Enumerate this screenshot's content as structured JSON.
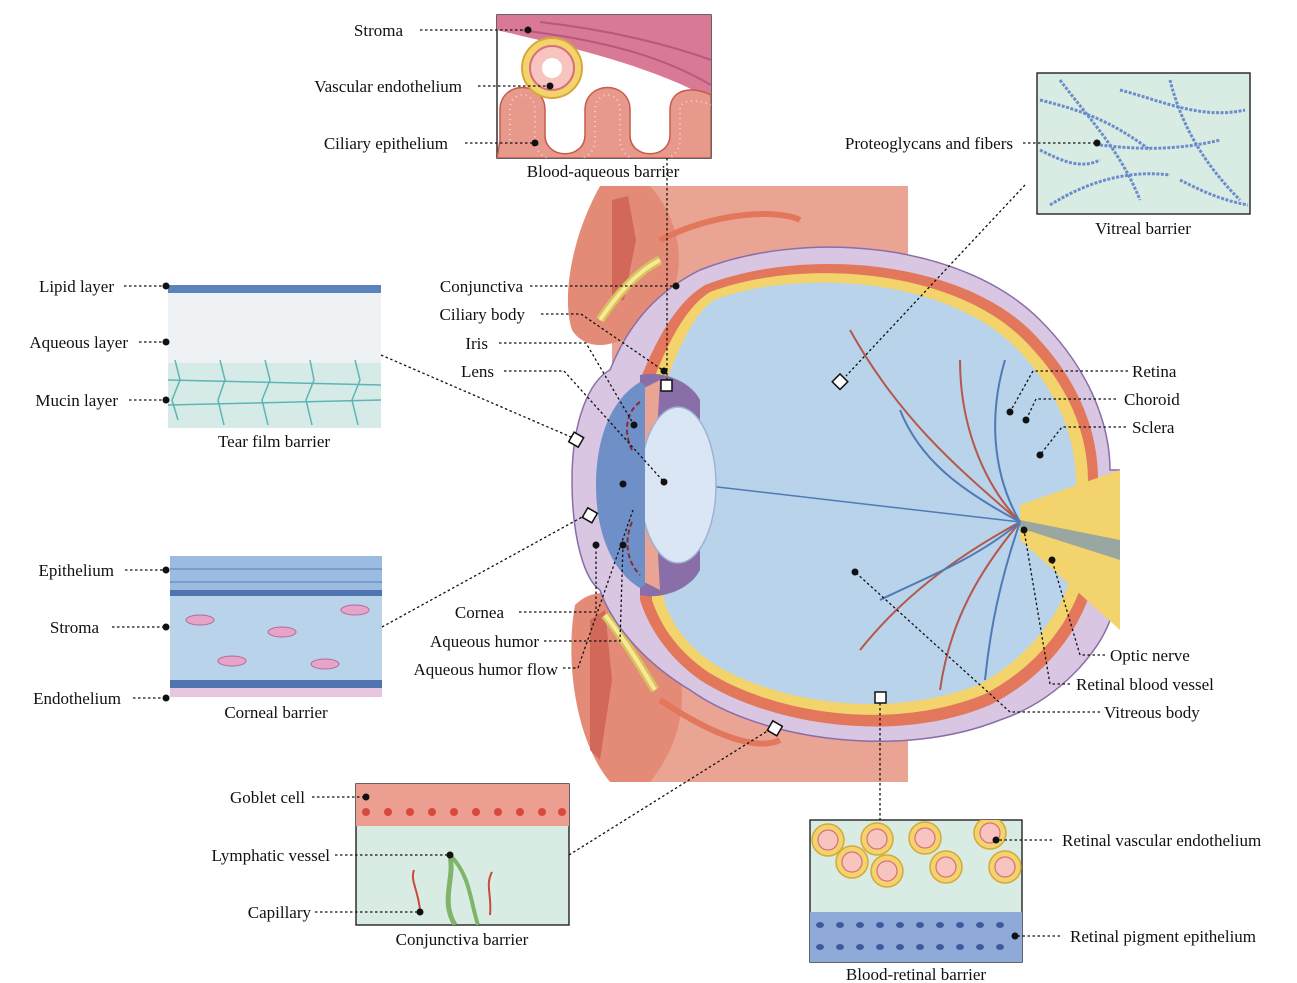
{
  "colors": {
    "face_tissue": "#e9a494",
    "sclera": "#d8c6e2",
    "choroid": "#e3775c",
    "retina": "#f3d36b",
    "vitreous": "#b8d3ea",
    "lens": "#dbe6f4",
    "iris": "#8a6ea8",
    "cornea_chamber": "#6e8fc8",
    "optic_nerve": "#f3d36b",
    "vessel_red": "#b4584c",
    "vessel_blue": "#4f7ab5",
    "conjunctiva_panel": "#d9ece3",
    "tear_panel": "#e4ebf0",
    "vitreal_panel": "#d9ece3"
  },
  "panels": {
    "blood_aqueous": {
      "title": "Blood-aqueous barrier",
      "labels": [
        "Stroma",
        "Vascular endothelium",
        "Ciliary epithelium"
      ]
    },
    "vitreal": {
      "title": "Vitreal barrier",
      "labels": [
        "Proteoglycans and fibers"
      ]
    },
    "tear_film": {
      "title": "Tear film barrier",
      "labels": [
        "Lipid layer",
        "Aqueous layer",
        "Mucin layer"
      ]
    },
    "corneal": {
      "title": "Corneal barrier",
      "labels": [
        "Epithelium",
        "Stroma",
        "Endothelium"
      ]
    },
    "conjunctiva": {
      "title": "Conjunctiva barrier",
      "labels": [
        "Goblet cell",
        "Lymphatic vessel",
        "Capillary"
      ]
    },
    "blood_retinal": {
      "title": "Blood-retinal barrier",
      "labels": [
        "Retinal vascular endothelium",
        "Retinal pigment epithelium"
      ]
    }
  },
  "eye_labels": {
    "conjunctiva": "Conjunctiva",
    "ciliary_body": "Ciliary body",
    "iris": "Iris",
    "lens": "Lens",
    "cornea": "Cornea",
    "aqueous_humor": "Aqueous humor",
    "aqueous_humor_flow": "Aqueous humor flow",
    "retina": "Retina",
    "choroid": "Choroid",
    "sclera": "Sclera",
    "optic_nerve": "Optic nerve",
    "retinal_blood_vessel": "Retinal blood vessel",
    "vitreous_body": "Vitreous body"
  }
}
